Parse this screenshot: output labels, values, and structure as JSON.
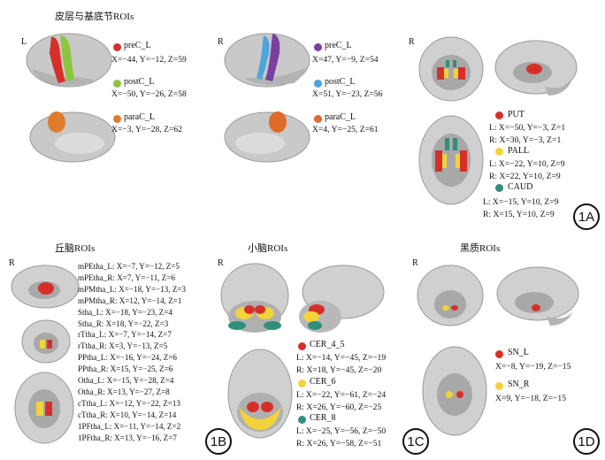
{
  "panel_a": {
    "title": "皮层与基底节ROIs",
    "left_side": "L",
    "right_side": "R",
    "left_rois": [
      {
        "name": "preC_L",
        "coords": "X=−44, Y=−12, Z=59",
        "color": "#d62f2a"
      },
      {
        "name": "postC_L",
        "coords": "X=−50, Y=−26, Z=58",
        "color": "#8cc63f"
      },
      {
        "name": "paraC_L",
        "coords": "X=−3, Y=−28, Z=62",
        "color": "#e07b2e"
      }
    ],
    "right_rois": [
      {
        "name": "preC_L",
        "coords": "X=47, Y=−9, Z=54",
        "color": "#7b3fa0"
      },
      {
        "name": "postC_L",
        "coords": "X=51, Y=−23, Z=56",
        "color": "#4aa6dc"
      },
      {
        "name": "paraC_L",
        "coords": "X=4, Y=−25, Z=61",
        "color": "#e06a2a"
      }
    ],
    "bg_side": "R",
    "bg_rois": [
      {
        "name": "PUT",
        "l": "L: X=−50, Y=−3, Z=1",
        "r": "R: X=30, Y=−3, Z=1",
        "color": "#d62f2a"
      },
      {
        "name": "PALL",
        "l": "L: X=−22, Y=10, Z=9",
        "r": "R: X=22, Y=10, Z=9",
        "color": "#f2d33a"
      },
      {
        "name": "CAUD",
        "l": "L: X=−15, Y=10, Z=9",
        "r": "R: X=15, Y=10, Z=9",
        "color": "#2f8f7a"
      }
    ],
    "badge": "1A"
  },
  "panel_b": {
    "title": "丘脑ROIs",
    "side": "R",
    "rois": [
      "mPEtha_L: X=−7, Y=−12, Z=5",
      "mPEtha_R: X=7, Y=−11, Z=6",
      "mPMtha_L: X=−18, Y=−13, Z=3",
      "mPMtha_R: X=12, Y=−14, Z=1",
      "Stha_L: X=−18, Y=−23, Z=4",
      "Stha_R: X=18, Y=−22, Z=3",
      "rTtha_L: X=−7, Y=−14, Z=7",
      "rTtha_R: X=3, Y=−13, Z=5",
      "PPtha_L: X=−16, Y=−24, Z=6",
      "PPtha_R: X=15, Y=−25, Z=6",
      "Otha_L: X=−15, Y=−28, Z=4",
      "Otha_R: X=13, Y=−27, Z=8",
      "cTtha_L: X=−12, Y=−22, Z=13",
      "cTtha_R: X=10, Y=−14, Z=14",
      "1PFtha_L: X=−11, Y=−14, Z=2",
      "1PFtha_R: X=13, Y=−16, Z=7"
    ],
    "badge": "1B"
  },
  "panel_c": {
    "title": "小脑ROIs",
    "side": "R",
    "rois": [
      {
        "name": "CER_4_5",
        "l": "L: X=−14, Y=−45, Z=−19",
        "r": "R: X=18, Y=−45, Z=−20",
        "color": "#d62f2a"
      },
      {
        "name": "CER_6",
        "l": "L: X=−22, Y=−61, Z=−24",
        "r": "R: X=26, Y=−60, Z=−25",
        "color": "#f2d33a"
      },
      {
        "name": "CER_8",
        "l": "L: X=−25, Y=−56, Z=−50",
        "r": "R: X=26, Y=−58, Z=−51",
        "color": "#2f8f7a"
      }
    ],
    "badge": "1C"
  },
  "panel_d": {
    "title": "黑质ROIs",
    "side": "R",
    "rois": [
      {
        "name": "SN_L",
        "coords": "X=−8, Y=−19, Z=−15",
        "color": "#d62f2a"
      },
      {
        "name": "SN_R",
        "coords": "X=9, Y=−18, Z=−15",
        "color": "#f2d33a"
      }
    ],
    "badge": "1D"
  },
  "colors": {
    "red": "#d62f2a",
    "yellow": "#f2d33a",
    "teal": "#2f8f7a",
    "green": "#8cc63f",
    "orange": "#e07b2e",
    "purple": "#7b3fa0",
    "blue": "#4aa6dc",
    "gray": "#bfbfbf"
  }
}
